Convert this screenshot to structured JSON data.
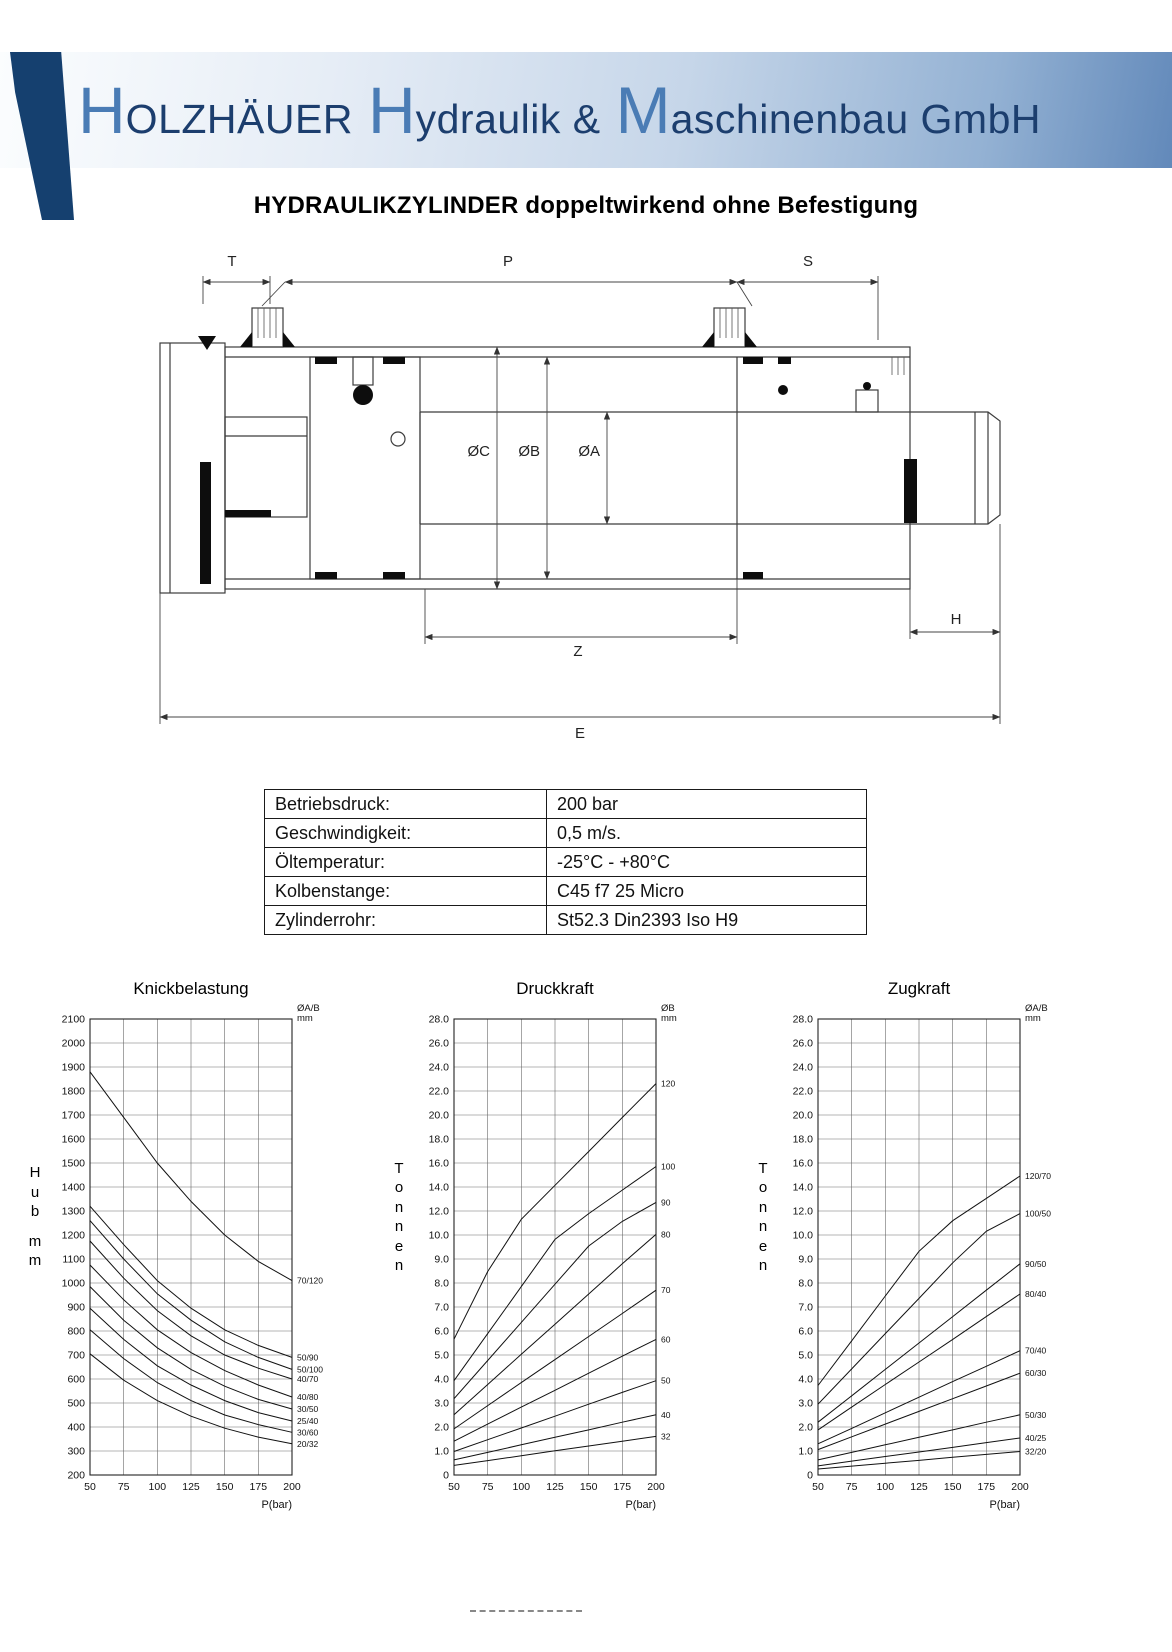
{
  "logo": {
    "segments": [
      {
        "initial": "H",
        "rest": "OLZHÄUER"
      },
      {
        "initial": "H",
        "rest": "ydraulik &"
      },
      {
        "initial": "M",
        "rest": "aschinenbau GmbH"
      }
    ],
    "initial_color": "#4a7cb5",
    "text_color": "#1c3e6e",
    "corner_color": "#15406f"
  },
  "title": "HYDRAULIKZYLINDER doppeltwirkend ohne Befestigung",
  "drawing": {
    "labels": {
      "t": "T",
      "p": "P",
      "s": "S",
      "oc": "ØC",
      "ob": "ØB",
      "oa": "ØA",
      "z": "Z",
      "h": "H",
      "e": "E"
    }
  },
  "specs": [
    {
      "label": "Betriebsdruck:",
      "value": "200 bar"
    },
    {
      "label": "Geschwindigkeit:",
      "value": "0,5 m/s."
    },
    {
      "label": "Öltemperatur:",
      "value": "-25°C - +80°C"
    },
    {
      "label": "Kolbenstange:",
      "value": "C45 f7 25 Micro"
    },
    {
      "label": "Zylinderrohr:",
      "value": "St52.3 Din2393 Iso H9"
    }
  ],
  "chart_data": [
    {
      "type": "line",
      "title": "Knickbelastung",
      "ylabel": "Hub mm",
      "xlabel": "P(bar)",
      "right_header": [
        "ØA/B",
        "mm"
      ],
      "x": [
        50,
        75,
        100,
        125,
        150,
        175,
        200
      ],
      "y_tick_values": [
        200,
        300,
        400,
        500,
        600,
        700,
        800,
        900,
        1000,
        1100,
        1200,
        1300,
        1400,
        1500,
        1600,
        1700,
        1800,
        1900,
        2000,
        2100
      ],
      "y_tick_labels": [
        "200",
        "300",
        "400",
        "500",
        "600",
        "700",
        "800",
        "900",
        "1000",
        "1100",
        "1200",
        "1300",
        "1400",
        "1500",
        "1600",
        "1700",
        "1800",
        "1900",
        "2000",
        "2100"
      ],
      "series": [
        {
          "name": "70/120",
          "values": [
            1880,
            1690,
            1500,
            1340,
            1200,
            1090,
            1010
          ]
        },
        {
          "name": "50/90",
          "values": [
            1320,
            1160,
            1010,
            895,
            805,
            740,
            690
          ]
        },
        {
          "name": "50/100",
          "values": [
            1260,
            1100,
            955,
            845,
            755,
            690,
            640
          ]
        },
        {
          "name": "40/70",
          "values": [
            1175,
            1020,
            885,
            780,
            700,
            645,
            600
          ]
        },
        {
          "name": "40/80",
          "values": [
            1075,
            930,
            805,
            710,
            635,
            575,
            525
          ]
        },
        {
          "name": "30/50",
          "values": [
            985,
            845,
            730,
            640,
            570,
            515,
            475
          ]
        },
        {
          "name": "25/40",
          "values": [
            895,
            765,
            655,
            575,
            510,
            460,
            425
          ]
        },
        {
          "name": "30/60",
          "values": [
            805,
            685,
            585,
            510,
            450,
            410,
            378
          ]
        },
        {
          "name": "20/32",
          "values": [
            705,
            595,
            510,
            445,
            395,
            358,
            330
          ]
        }
      ]
    },
    {
      "type": "line",
      "title": "Druckkraft",
      "ylabel": "Tonnen",
      "xlabel": "P(bar)",
      "right_header": [
        "ØB",
        "mm"
      ],
      "x": [
        50,
        75,
        100,
        125,
        150,
        175,
        200
      ],
      "y_tick_values": [
        0,
        1,
        2,
        3,
        4,
        5,
        6,
        7,
        8,
        9,
        10,
        12,
        14,
        16,
        18,
        20,
        22,
        24,
        26,
        28
      ],
      "y_tick_labels": [
        "0",
        "1.0",
        "2.0",
        "3.0",
        "4.0",
        "5.0",
        "6.0",
        "7.0",
        "8.0",
        "9.0",
        "10.0",
        "12.0",
        "14.0",
        "16.0",
        "18.0",
        "20.0",
        "22.0",
        "24.0",
        "26.0",
        "28.0"
      ],
      "series": [
        {
          "name": "120",
          "values": [
            5.66,
            8.48,
            11.31,
            14.14,
            16.96,
            19.79,
            22.62
          ]
        },
        {
          "name": "100",
          "values": [
            3.93,
            5.89,
            7.85,
            9.82,
            11.78,
            13.74,
            15.71
          ]
        },
        {
          "name": "90",
          "values": [
            3.18,
            4.77,
            6.36,
            7.95,
            9.54,
            11.13,
            12.72
          ]
        },
        {
          "name": "80",
          "values": [
            2.51,
            3.77,
            5.03,
            6.28,
            7.54,
            8.8,
            10.05
          ]
        },
        {
          "name": "70",
          "values": [
            1.92,
            2.89,
            3.85,
            4.81,
            5.77,
            6.73,
            7.7
          ]
        },
        {
          "name": "60",
          "values": [
            1.41,
            2.12,
            2.83,
            3.53,
            4.24,
            4.95,
            5.65
          ]
        },
        {
          "name": "50",
          "values": [
            0.98,
            1.47,
            1.96,
            2.45,
            2.95,
            3.44,
            3.93
          ]
        },
        {
          "name": "40",
          "values": [
            0.63,
            0.94,
            1.26,
            1.57,
            1.88,
            2.2,
            2.51
          ]
        },
        {
          "name": "32",
          "values": [
            0.4,
            0.6,
            0.8,
            1.01,
            1.21,
            1.41,
            1.61
          ]
        }
      ]
    },
    {
      "type": "line",
      "title": "Zugkraft",
      "ylabel": "Tonnen",
      "xlabel": "P(bar)",
      "right_header": [
        "ØA/B",
        "mm"
      ],
      "x": [
        50,
        75,
        100,
        125,
        150,
        175,
        200
      ],
      "y_tick_values": [
        0,
        1,
        2,
        3,
        4,
        5,
        6,
        7,
        8,
        9,
        10,
        12,
        14,
        16,
        18,
        20,
        22,
        24,
        26,
        28
      ],
      "y_tick_labels": [
        "0",
        "1.0",
        "2.0",
        "3.0",
        "4.0",
        "5.0",
        "6.0",
        "7.0",
        "8.0",
        "9.0",
        "10.0",
        "12.0",
        "14.0",
        "16.0",
        "18.0",
        "20.0",
        "22.0",
        "24.0",
        "26.0",
        "28.0"
      ],
      "series": [
        {
          "name": "120/70",
          "values": [
            3.73,
            5.59,
            7.46,
            9.32,
            11.19,
            13.05,
            14.92
          ]
        },
        {
          "name": "100/50",
          "values": [
            2.95,
            4.42,
            5.89,
            7.36,
            8.84,
            10.31,
            11.78
          ]
        },
        {
          "name": "90/50",
          "values": [
            2.2,
            3.3,
            4.4,
            5.5,
            6.6,
            7.7,
            8.8
          ]
        },
        {
          "name": "80/40",
          "values": [
            1.88,
            2.83,
            3.77,
            4.71,
            5.65,
            6.6,
            7.54
          ]
        },
        {
          "name": "70/40",
          "values": [
            1.3,
            1.94,
            2.59,
            3.24,
            3.89,
            4.53,
            5.18
          ]
        },
        {
          "name": "60/30",
          "values": [
            1.06,
            1.59,
            2.12,
            2.65,
            3.18,
            3.71,
            4.24
          ]
        },
        {
          "name": "50/30",
          "values": [
            0.63,
            0.94,
            1.26,
            1.57,
            1.88,
            2.2,
            2.51
          ]
        },
        {
          "name": "40/25",
          "values": [
            0.38,
            0.58,
            0.77,
            0.96,
            1.15,
            1.35,
            1.54
          ]
        },
        {
          "name": "32/20",
          "values": [
            0.25,
            0.37,
            0.49,
            0.61,
            0.74,
            0.86,
            0.98
          ]
        }
      ]
    }
  ]
}
